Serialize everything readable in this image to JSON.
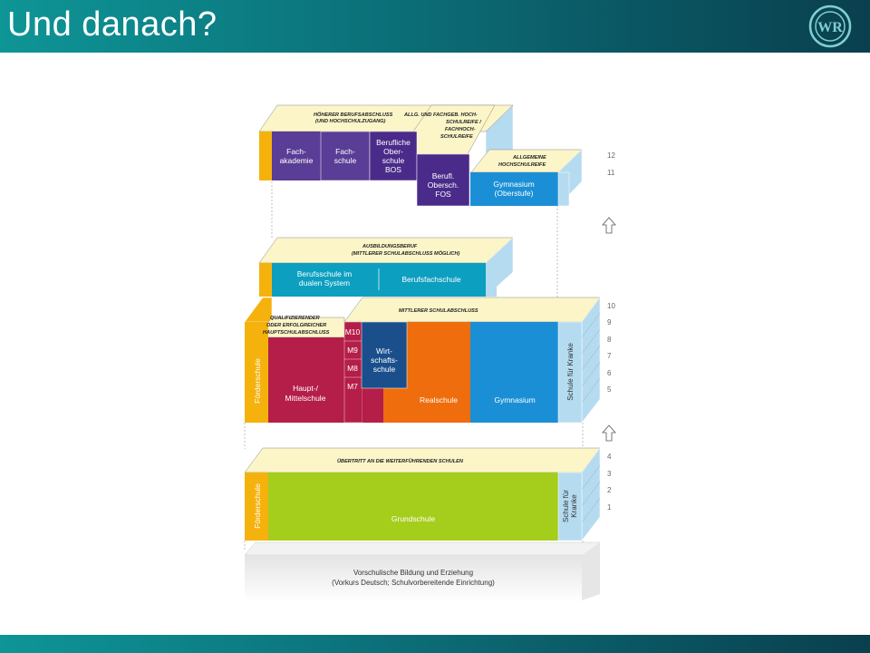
{
  "title": "Und danach?",
  "logo_text": "WR",
  "colors": {
    "header_start": "#0e9596",
    "header_end": "#0a3f4e",
    "purple": "#5a3d96",
    "dark_purple": "#4a2b8a",
    "cyan": "#0c9fc0",
    "blue": "#1b8fd6",
    "orange": "#ef6d0d",
    "crimson": "#b41e48",
    "navy": "#1a4f8c",
    "green": "#a5cd1c",
    "yellow": "#f5b20d",
    "light_blue": "#b5dbf0",
    "banner_cream": "#fbf5c8"
  },
  "diagram": {
    "banners": {
      "hoeherer": "HÖHERER BERUFSABSCHLUSS",
      "hoeherer_sub": "(UND HOCHSCHULZUGANG)",
      "hochschulreife_1": "ALLG. UND FACHGEB. HOCH-",
      "hochschulreife_2": "SCHULREIFE /",
      "hochschulreife_3": "FACHHOCH-",
      "hochschulreife_4": "SCHULREIFE",
      "allgemeine_1": "ALLGEMEINE",
      "allgemeine_2": "HOCHSCHULREIFE",
      "ausbildung": "AUSBILDUNGSBERUF",
      "ausbildung_sub": "(MITTLERER SCHULABSCHLUSS MÖGLICH)",
      "qualifizierend_1": "QUALIFIZIERENDER",
      "qualifizierend_2": "ODER ERFOLGREICHER",
      "qualifizierend_3": "HAUPTSCHULABSCHLUSS",
      "mittlerer": "MITTLERER SCHULABSCHLUSS",
      "uebertritt": "ÜBERTRITT AN DIE WEITERFÜHRENDEN SCHULEN"
    },
    "blocks": {
      "fachakademie_1": "Fach-",
      "fachakademie_2": "akademie",
      "fachschule_1": "Fach-",
      "fachschule_2": "schule",
      "bos_1": "Berufliche",
      "bos_2": "Ober-",
      "bos_3": "schule",
      "bos_4": "BOS",
      "fos_1": "Berufl.",
      "fos_2": "Obersch.",
      "fos_3": "FOS",
      "gym_ober_1": "Gymnasium",
      "gym_ober_2": "(Oberstufe)",
      "berufsschule_1": "Berufsschule im",
      "berufsschule_2": "dualen System",
      "berufsfachschule": "Berufsfachschule",
      "foerderschule": "Förderschule",
      "haupt_1": "Haupt-/",
      "haupt_2": "Mittelschule",
      "m10": "M10",
      "m9": "M9",
      "m8": "M8",
      "m7": "M7",
      "wirt_1": "Wirt-",
      "wirt_2": "schafts-",
      "wirt_3": "schule",
      "realschule": "Realschule",
      "gymnasium": "Gymnasium",
      "kranke": "Schule für Kranke",
      "kranke_1": "Schule für",
      "kranke_2": "Kranke",
      "grundschule": "Grundschule",
      "vorschulisch_1": "Vorschulische Bildung und Erziehung",
      "vorschulisch_2": "(Vorkurs Deutsch; Schulvorbereitende Einrichtung)"
    },
    "grades": {
      "g12": "12",
      "g11": "11",
      "g10": "10",
      "g9": "9",
      "g8": "8",
      "g7": "7",
      "g6": "6",
      "g5": "5",
      "g4": "4",
      "g3": "3",
      "g2": "2",
      "g1": "1"
    }
  }
}
